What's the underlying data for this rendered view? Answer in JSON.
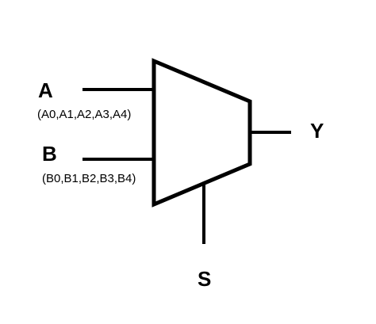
{
  "diagram": {
    "inputs": [
      {
        "label": "A",
        "bus": "(A0,A1,A2,A3,A4)"
      },
      {
        "label": "B",
        "bus": "(B0,B1,B2,B3,B4)"
      }
    ],
    "select": {
      "label": "S"
    },
    "output": {
      "label": "Y"
    },
    "colors": {
      "stroke": "#000000",
      "background": "#ffffff"
    }
  }
}
